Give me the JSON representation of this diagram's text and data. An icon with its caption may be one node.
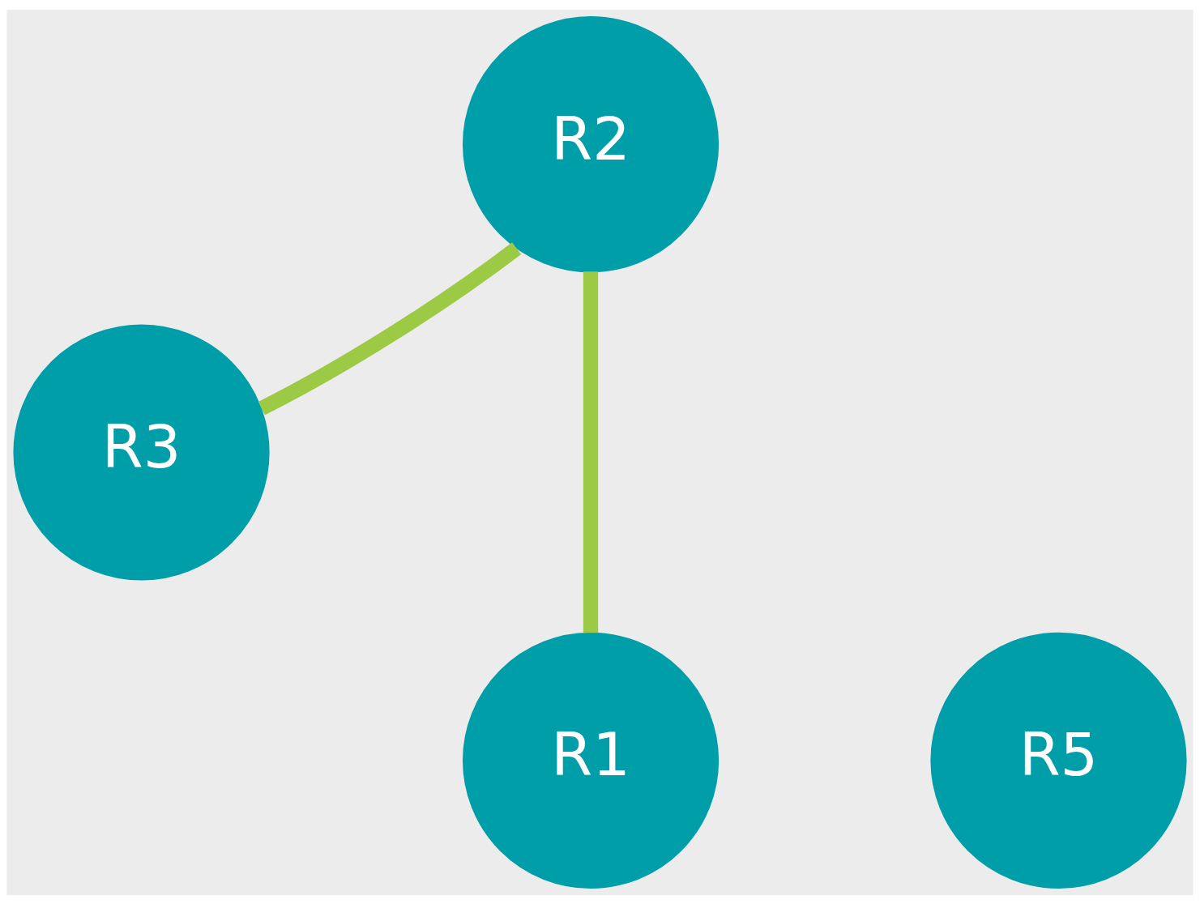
{
  "diagram": {
    "nodes": [
      {
        "text": [
          "R2"
        ]
      },
      {
        "text": [
          "R3"
        ]
      },
      {
        "text": [
          "R1"
        ]
      },
      {
        "text": [
          "R5"
        ]
      }
    ],
    "edges": [
      {
        "from": 0,
        "to": 2,
        "arrow": "none"
      },
      {
        "from": 0,
        "to": 1,
        "arrow": "none"
      }
    ]
  }
}
